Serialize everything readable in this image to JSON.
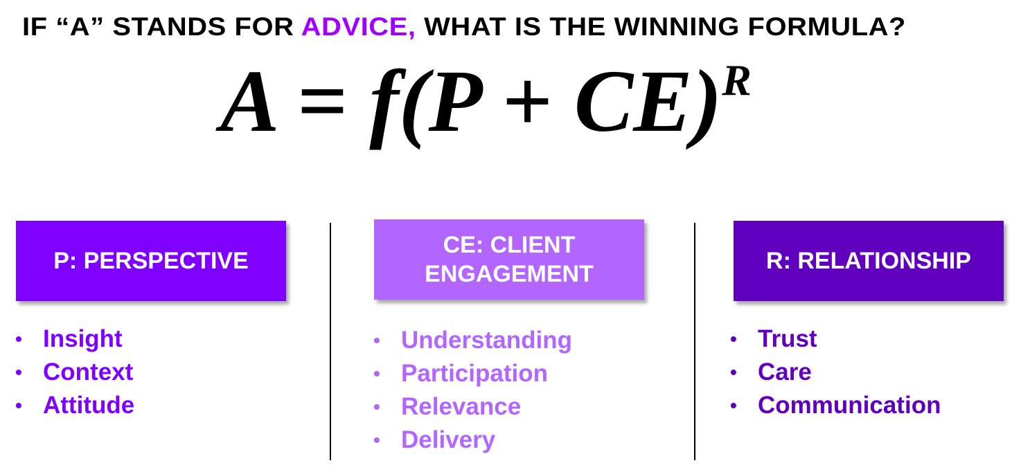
{
  "title": {
    "prefix": "IF “A” STANDS FOR ",
    "highlight": "ADVICE,",
    "suffix": " WHAT IS THE WINNING FORMULA?"
  },
  "formula": {
    "main": "A = f(P + CE)",
    "exponent": "R"
  },
  "colors": {
    "perspective": "#7F00FF",
    "engagement": "#B266FF",
    "relationship": "#6000BE",
    "highlight": "#A100FF"
  },
  "columns": [
    {
      "heading": "P: PERSPECTIVE",
      "items": [
        "Insight",
        "Context",
        "Attitude"
      ]
    },
    {
      "heading": "CE: CLIENT ENGAGEMENT",
      "items": [
        "Understanding",
        "Participation",
        "Relevance",
        "Delivery"
      ]
    },
    {
      "heading": "R: RELATIONSHIP",
      "items": [
        "Trust",
        "Care",
        "Communication"
      ]
    }
  ]
}
